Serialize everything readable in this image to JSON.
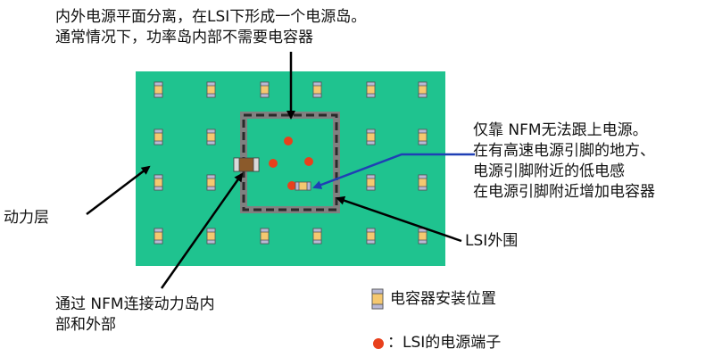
{
  "annotations": {
    "top_line1": "内外电源平面分离，在LSI下形成一个电源岛。",
    "top_line2": "通常情况下，功率岛内部不需要电容器",
    "right_line1": "仅靠 NFM无法跟上电源。",
    "right_line2": "在有高速电源引脚的地方、",
    "right_line3": "电源引脚附近的低电感",
    "right_line4": "在电源引脚附近增加电容器",
    "power_layer": "动力层",
    "lsi_periphery": "LSI外围",
    "bottom_line1": "通过 NFM连接动力岛内",
    "bottom_line2": "部和外部"
  },
  "legend": {
    "capacitor_label": "电容器安装位置",
    "power_pin_label": "：LSI的电源端子"
  },
  "colors": {
    "board": "#1fc38f",
    "island_border": "#808080",
    "capacitor_body": "#f5c870",
    "capacitor_cap": "#b9b9d6",
    "power_pin": "#e8401c",
    "nfm_body": "#8b5a2b",
    "arrow_black": "#000000",
    "arrow_blue": "#1f3fb5"
  }
}
